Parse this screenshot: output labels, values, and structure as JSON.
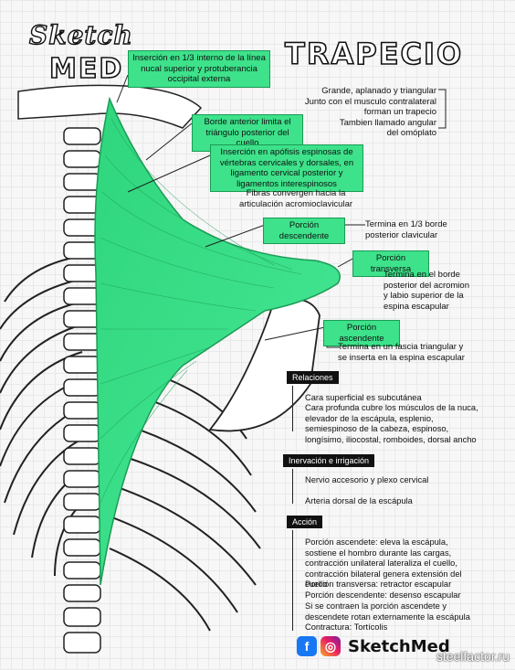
{
  "logo": {
    "line1": "Sketch",
    "line2": "MED"
  },
  "title": "TRAPECIO",
  "description": [
    "Grande, aplanado y triangular",
    "Junto con el musculo contralateral",
    "forman un trapecio",
    "Tambien llamado angular",
    "del omóplato"
  ],
  "origins": [
    "Inserción en 1/3 interno de la línea nucal superior y protuberancia occipital externa",
    "Borde anterior limita el triángulo posterior del cuello",
    "Inserción en apófisis espinosas de vértebras cervicales y dorsales, en ligamento cervical posterior y ligamentos interespinosos"
  ],
  "fibers_note": "Fibras convergen hacia la articulación acromioclavicular",
  "portions": [
    {
      "name": "Porción descendente",
      "desc": "Termina en 1/3 borde posterior clavicular"
    },
    {
      "name": "Porción transversa",
      "desc": "Termina en el borde posterior del acromion y labio superior de la espina escapular"
    },
    {
      "name": "Porción ascendente",
      "desc": "Termina en un fascia triangular y se inserta en la espina escapular"
    }
  ],
  "sections": {
    "relaciones": {
      "title": "Relaciones",
      "items": [
        "Cara superficial es subcutánea",
        "Cara profunda cubre los músculos de la nuca, elevador de la escápula, esplenio, semiespinoso de la cabeza, espinoso, longísimo, iliocostal, romboides, dorsal ancho"
      ]
    },
    "inervacion": {
      "title": "Inervación e irrigación",
      "items": [
        "Nervio accesorio y plexo cervical",
        "Arteria dorsal de la escápula"
      ]
    },
    "accion": {
      "title": "Acción",
      "items": [
        "Porción ascendete: eleva la escápula, sostiene el hombro durante las cargas, contracción unilateral lateraliza el cuello, contracción bilateral genera extensión del cuello",
        "Porción transversa: retractor escapular",
        "Porción descendente: desenso escapular",
        "Si se contraen la porción ascendete y descendete rotan externamente la escápula",
        "Contractura: Tortícolis"
      ]
    }
  },
  "footer": {
    "brand": "SketchMed",
    "watermark": "steelfactor.ru"
  },
  "colors": {
    "muscle": "#3de28a",
    "muscle_dark": "#1b9b55",
    "bone_outline": "#222222"
  }
}
